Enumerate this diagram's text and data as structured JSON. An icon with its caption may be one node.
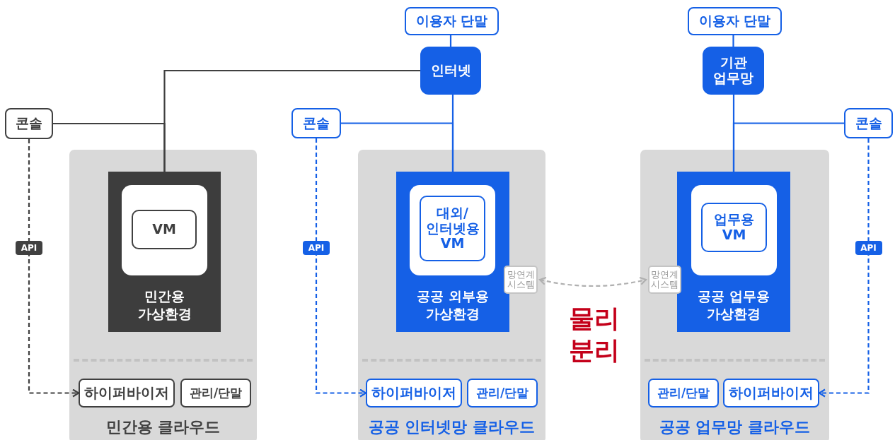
{
  "diagram": {
    "nodes": [
      {
        "text": [
          "콘솔"
        ]
      },
      {
        "text": [
          "콘솔"
        ]
      },
      {
        "text": [
          "이용자 단말"
        ]
      },
      {
        "text": [
          "인터넷"
        ]
      },
      {
        "text": [
          "이용자 단말"
        ]
      },
      {
        "text": [
          "기관 업무망"
        ]
      },
      {
        "text": [
          "콘솔"
        ]
      },
      {
        "text": [
          "민간용 클라우드"
        ]
      },
      {
        "text": [
          "민간용 가상환경"
        ],
        "in": 7
      },
      {
        "text": [],
        "shape": "box",
        "in": 8
      },
      {
        "text": [
          "VM"
        ],
        "in": 9
      },
      {
        "text": [
          "하이퍼바이저"
        ],
        "in": 7
      },
      {
        "text": [
          "관리/단말"
        ],
        "in": 7
      },
      {
        "text": [
          "공공 인터넷망 클라우드"
        ]
      },
      {
        "text": [
          "공공 외부용 가상환경"
        ],
        "in": 13
      },
      {
        "text": [],
        "shape": "box",
        "in": 14
      },
      {
        "text": [
          "대외/ 인터넷용 VM"
        ],
        "in": 15
      },
      {
        "text": [
          "망연계 시스템"
        ],
        "in": 13
      },
      {
        "text": [
          "하이퍼바이저"
        ],
        "in": 13
      },
      {
        "text": [
          "관리/단말"
        ],
        "in": 13
      },
      {
        "text": [
          "공공 업무망 클라우드"
        ]
      },
      {
        "text": [
          "공공 업무용 가상환경"
        ],
        "in": 20
      },
      {
        "text": [],
        "shape": "box",
        "in": 21
      },
      {
        "text": [
          "업무용 VM"
        ],
        "in": 22
      },
      {
        "text": [
          "망연계 시스템"
        ],
        "in": 20
      },
      {
        "text": [
          "관리/단말"
        ],
        "in": 20
      },
      {
        "text": [
          "하이퍼바이저"
        ],
        "in": 20
      }
    ],
    "edges": [
      {
        "from": 2,
        "to": 3,
        "arrow": "none"
      },
      {
        "from": 3,
        "to": 14,
        "arrow": "none"
      },
      {
        "from": 3,
        "to": 8,
        "arrow": "none",
        "color": "#404040"
      },
      {
        "from": 0,
        "to": 8,
        "arrow": "none",
        "color": "#404040"
      },
      {
        "from": 1,
        "to": 14,
        "arrow": "none"
      },
      {
        "from": 4,
        "to": 5,
        "arrow": "none"
      },
      {
        "from": 5,
        "to": 21,
        "arrow": "none"
      },
      {
        "from": 6,
        "to": 21,
        "arrow": "none"
      },
      {
        "from": 0,
        "to": 11,
        "arrow": "to",
        "style": "dashed",
        "label": "API",
        "color": "#404040"
      },
      {
        "from": 1,
        "to": 18,
        "arrow": "to",
        "style": "dashed",
        "label": "API"
      },
      {
        "from": 6,
        "to": 26,
        "arrow": "to",
        "style": "dashed",
        "label": "API"
      },
      {
        "from": 17,
        "to": 24,
        "arrow": "both",
        "style": "dashed",
        "color": "#b0b0b0"
      }
    ],
    "labels": [
      "물리 분리"
    ]
  }
}
